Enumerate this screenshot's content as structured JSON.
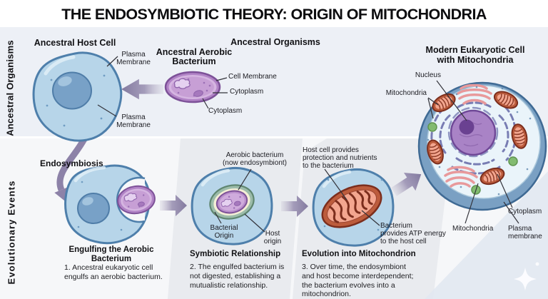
{
  "title": "THE ENDOSYMBIOTIC THEORY: ORIGIN OF MITOCHONDRIA",
  "side_labels": {
    "top": "Ancestral Organisms",
    "bottom": "Evolutionary Events"
  },
  "ancestral": {
    "header": "Ancestral Organisms",
    "host_cell": {
      "title": "Ancestral Host Cell",
      "plasma_membrane_top": "Plasma\nMembrane",
      "plasma_membrane_bottom": "Plasma\nMembrane"
    },
    "bacterium": {
      "title": "Ancestral Aerobic\nBacterium",
      "cell_membrane": "Cell Membrane",
      "cytoplasm_inner": "Cytoplasm",
      "cytoplasm_outer": "Cytoplasm"
    }
  },
  "modern_cell": {
    "title": "Modern Eukaryotic Cell\nwith Mitochondria",
    "labels": {
      "nucleus": "Nucleus",
      "mitochondria_upper": "Mitochondria",
      "cytoplasm": "Cytoplasm",
      "mitochondria_lower": "Mitochondria",
      "plasma_membrane": "Plasma\nmembrane"
    }
  },
  "events": {
    "endosymbiosis": "Endosymbiosis",
    "step1": {
      "heading": "Engulfing the Aerobic\nBacterium",
      "body": "1. Ancestral eukaryotic cell\nengulfs an aerobic bacterium."
    },
    "step2": {
      "callout": "Aerobic bacterium\n(now endosymbiont)",
      "bacterial_origin": "Bacterial\nOrigin",
      "host_origin": "Host\norigin",
      "heading": "Symbiotic Relationship",
      "body": "2. The engulfed bacterium is\nnot digested, establishing a\nmutualistic relationship."
    },
    "step3": {
      "callout_top": "Host cell provides\nprotection and nutrients\nto the bacterium",
      "callout_right": "Bacterium\nprovides ATP energy\nto the host cell",
      "heading": "Evolution into Mitochondrion",
      "body": "3. Over time, the endosymbiont\nand host become interdependent;\nthe bacterium evolves into a\nmitochondrion."
    }
  },
  "colors": {
    "panel_top": "#edf0f6",
    "panel_bottom": "#f6f7f9",
    "panel_step": "#e9ebef",
    "cell_fill": "#b7d5e9",
    "cell_stroke": "#4e7fab",
    "nucleus_fill": "#78a1c7",
    "bacterium_fill": "#c79fd5",
    "bacterium_stroke": "#7d5198",
    "vesicle_teal": "#9cbcaa",
    "vesicle_cream": "#f4eed6",
    "mitochondrion_outer": "#bc5c3c",
    "mitochondrion_inner": "#f3a68f",
    "er_purple": "#7277b0",
    "golgi_pink": "#e8999b",
    "lysosome_green": "#82bb70",
    "arrow_purple": "#8d82a8",
    "text": "#17171a"
  }
}
